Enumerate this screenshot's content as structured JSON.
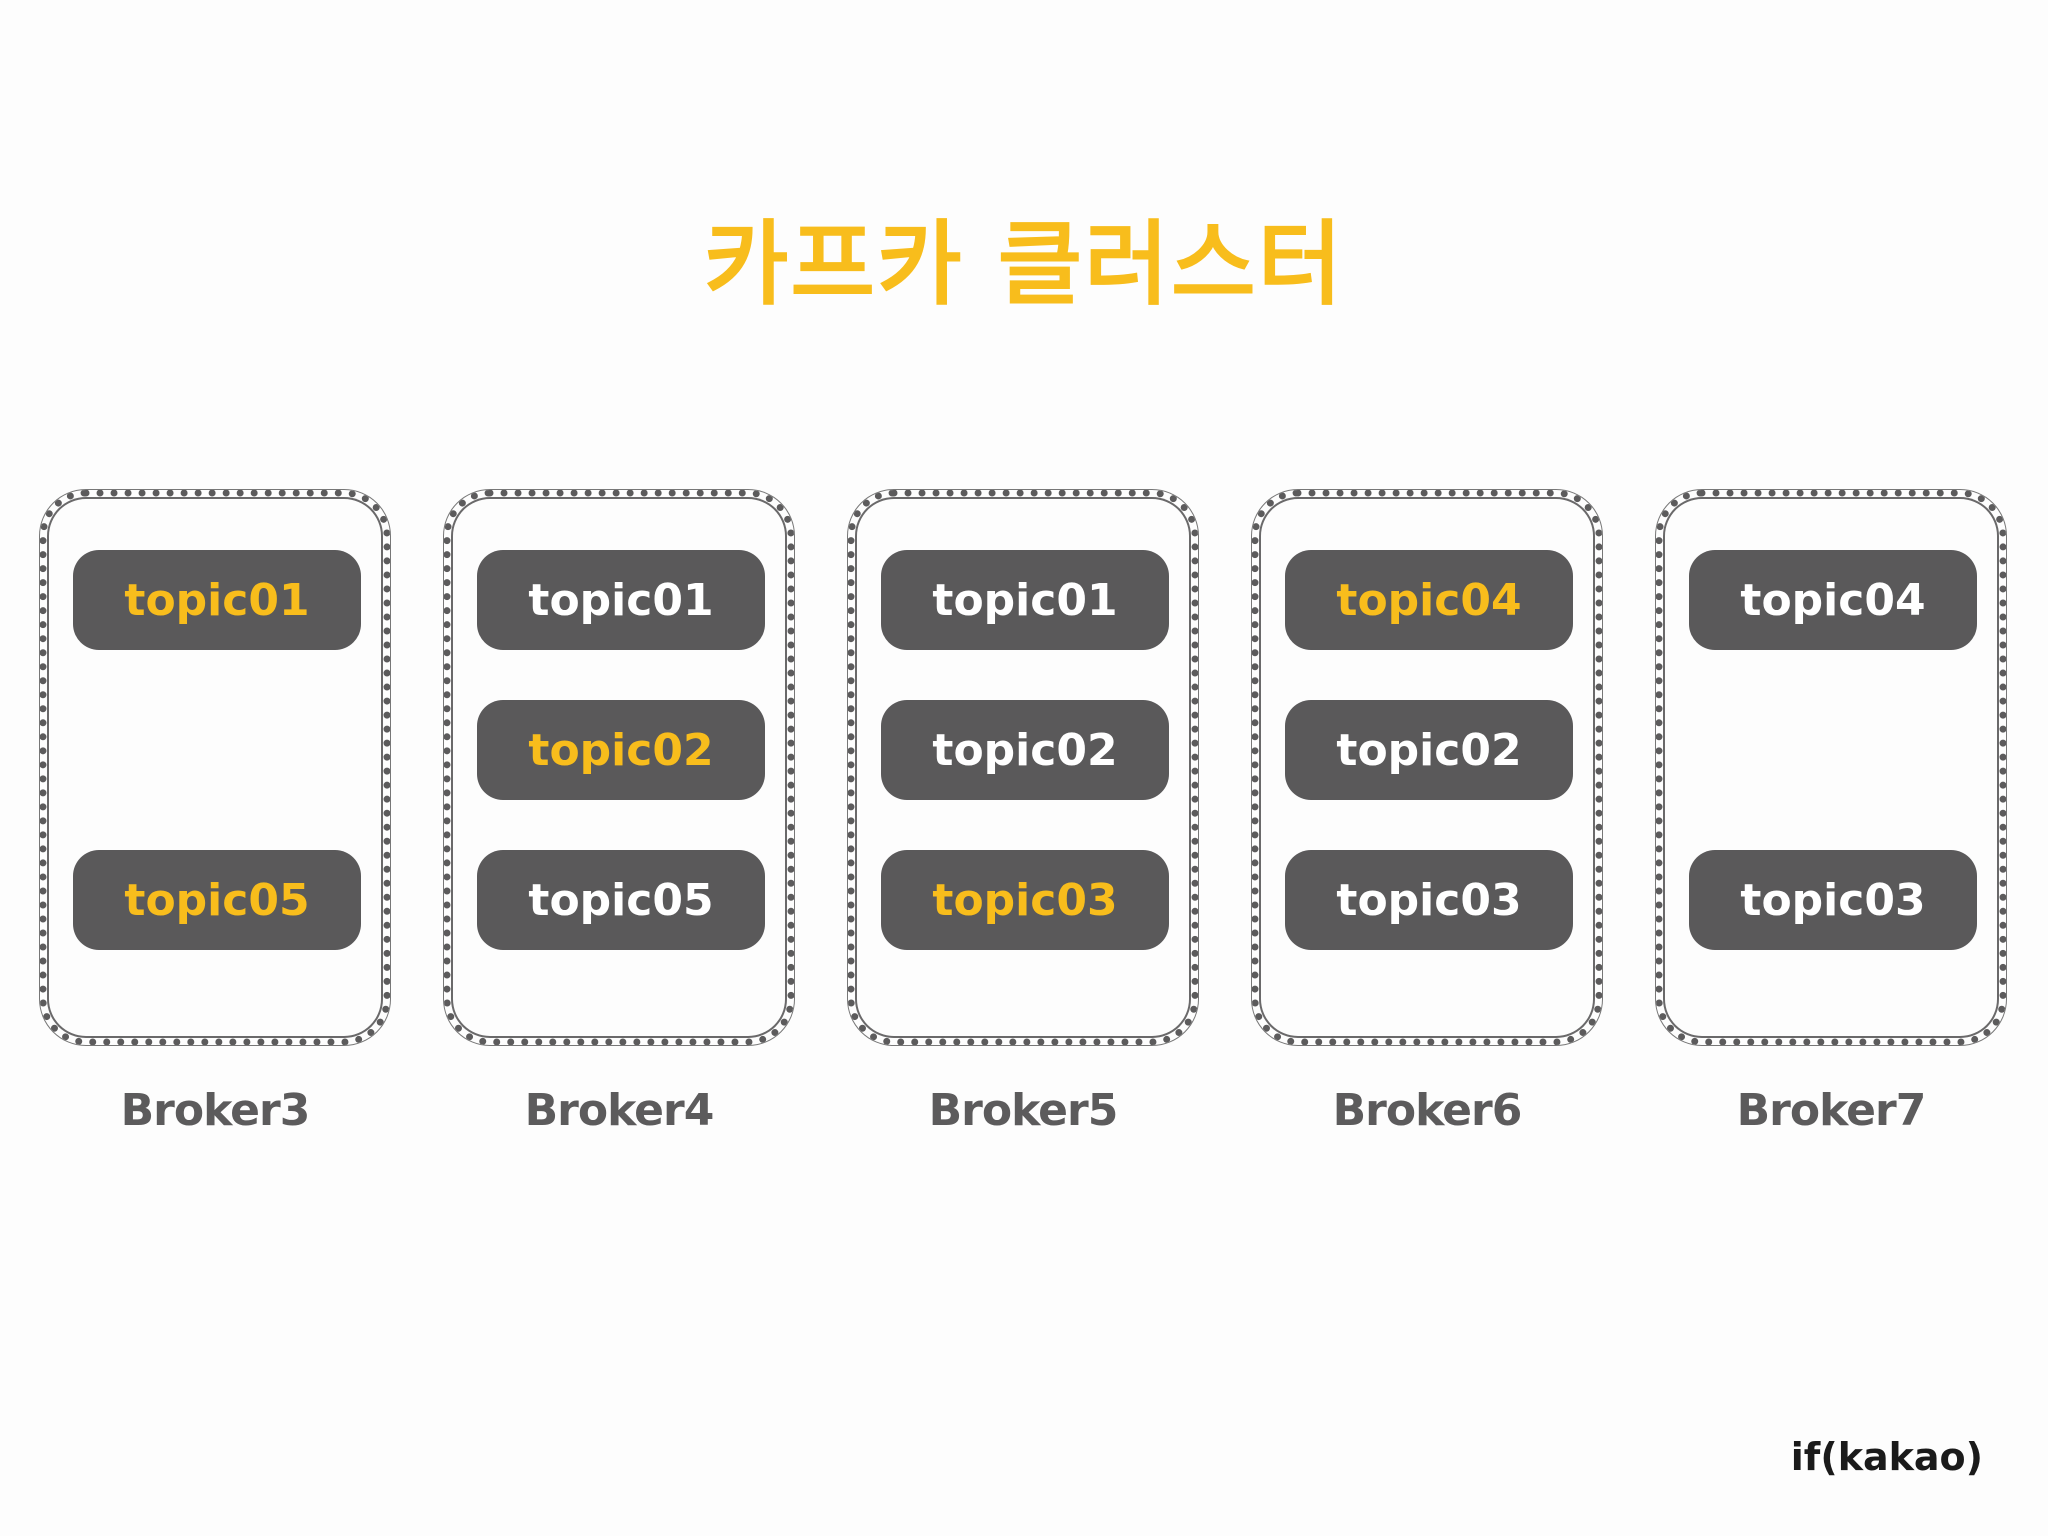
{
  "title": "카프카 클러스터",
  "colors": {
    "leader_text": "#f8bd1c",
    "follower_text": "#ffffff",
    "topic_bg": "#5a595a",
    "border": "#5c5b5c"
  },
  "brokers": [
    {
      "label": "Broker3",
      "topics": [
        {
          "name": "topic01",
          "leader": true
        },
        null,
        {
          "name": "topic05",
          "leader": true
        }
      ]
    },
    {
      "label": "Broker4",
      "topics": [
        {
          "name": "topic01",
          "leader": false
        },
        {
          "name": "topic02",
          "leader": true
        },
        {
          "name": "topic05",
          "leader": false
        }
      ]
    },
    {
      "label": "Broker5",
      "topics": [
        {
          "name": "topic01",
          "leader": false
        },
        {
          "name": "topic02",
          "leader": false
        },
        {
          "name": "topic03",
          "leader": true
        }
      ]
    },
    {
      "label": "Broker6",
      "topics": [
        {
          "name": "topic04",
          "leader": true
        },
        {
          "name": "topic02",
          "leader": false
        },
        {
          "name": "topic03",
          "leader": false
        }
      ]
    },
    {
      "label": "Broker7",
      "topics": [
        {
          "name": "topic04",
          "leader": false
        },
        null,
        {
          "name": "topic03",
          "leader": false
        }
      ]
    }
  ],
  "logo": "if(kakao)"
}
